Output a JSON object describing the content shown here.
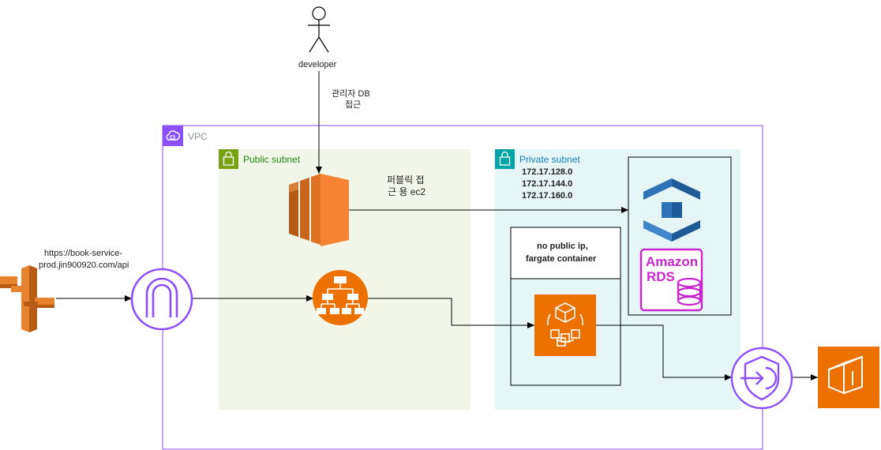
{
  "actor": {
    "label": "developer"
  },
  "edge_labels": {
    "admin_access_line1": "관리자 DB",
    "admin_access_line2": "접근",
    "public_ec2_line1": "퍼블릭 접",
    "public_ec2_line2": "근 용  ec2",
    "api_url_line1": "https://book-service-",
    "api_url_line2": "prod.jin900920.com/api"
  },
  "vpc": {
    "label": "VPC",
    "color": "#8C4FFF"
  },
  "public_subnet": {
    "label": "Public subnet",
    "color": "#7AA116",
    "fill": "#F2F6E8"
  },
  "private_subnet": {
    "label": "Private subnet",
    "color": "#00A4A6",
    "fill": "#E6F6F7",
    "cidrs": [
      "172.17.128.0",
      "172.17.144.0",
      "172.17.160.0"
    ]
  },
  "fargate_box": {
    "line1": "no public ip,",
    "line2": "fargate container"
  },
  "rds": {
    "line1": "Amazon",
    "line2": "RDS",
    "color": "#C925D1"
  },
  "colors": {
    "compute_orange": "#ED7100",
    "ec2_orange": "#F58534",
    "networking_purple": "#8C4FFF",
    "api_gateway_orange": "#E7822E",
    "dynamo_blue": "#2E73B8"
  },
  "icons": [
    "person-icon",
    "vpc-cloud-icon",
    "lock-icon",
    "ec2-instance-icon",
    "api-gateway-icon",
    "internet-gateway-icon",
    "load-balancer-icon",
    "ecs-fargate-icon",
    "database-stack-icon",
    "rds-icon",
    "vpc-endpoint-icon",
    "ecr-icon"
  ]
}
